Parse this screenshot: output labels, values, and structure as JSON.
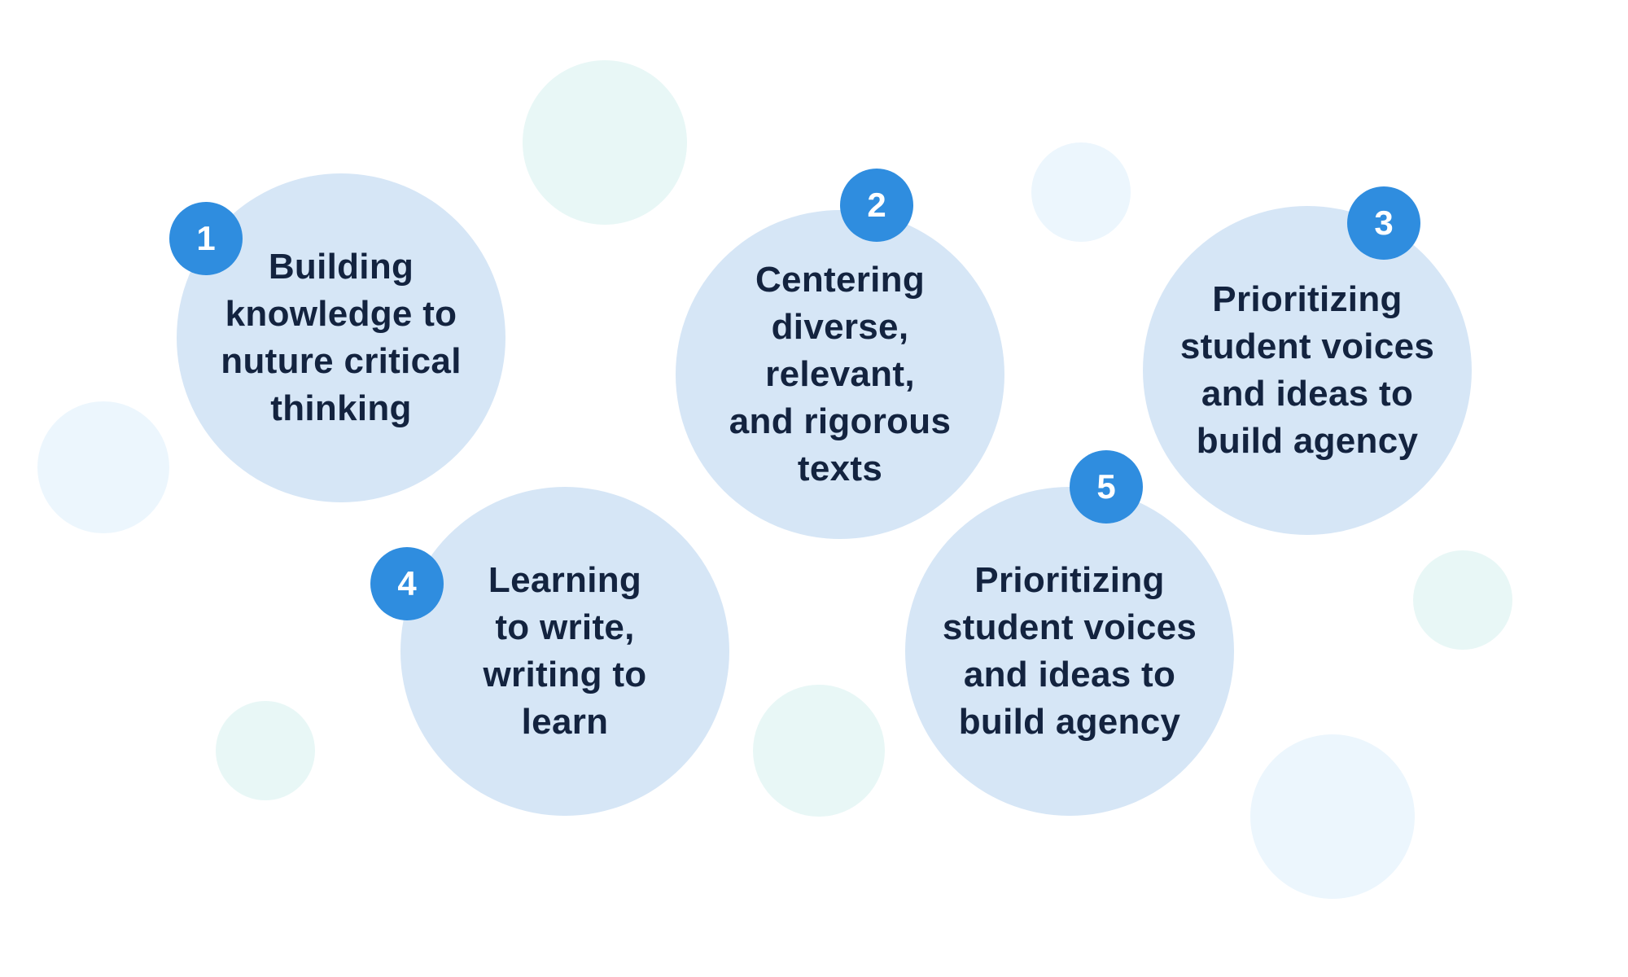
{
  "colors": {
    "main_circle": "#d6e6f6",
    "badge": "#2f8ddf",
    "badge_text": "#ffffff",
    "text": "#13233f",
    "decor_teal": "#e8f7f6",
    "decor_blue": "#ecf6fd"
  },
  "items": [
    {
      "number": "1",
      "text": "Building\nknowledge to\nnuture critical\nthinking"
    },
    {
      "number": "2",
      "text": "Centering\ndiverse,\nrelevant,\nand rigorous\ntexts"
    },
    {
      "number": "3",
      "text": "Prioritizing\nstudent voices\nand ideas to\nbuild agency"
    },
    {
      "number": "4",
      "text": "Learning\nto write,\nwriting to\nlearn"
    },
    {
      "number": "5",
      "text": "Prioritizing\nstudent voices\nand ideas to\nbuild agency"
    }
  ]
}
